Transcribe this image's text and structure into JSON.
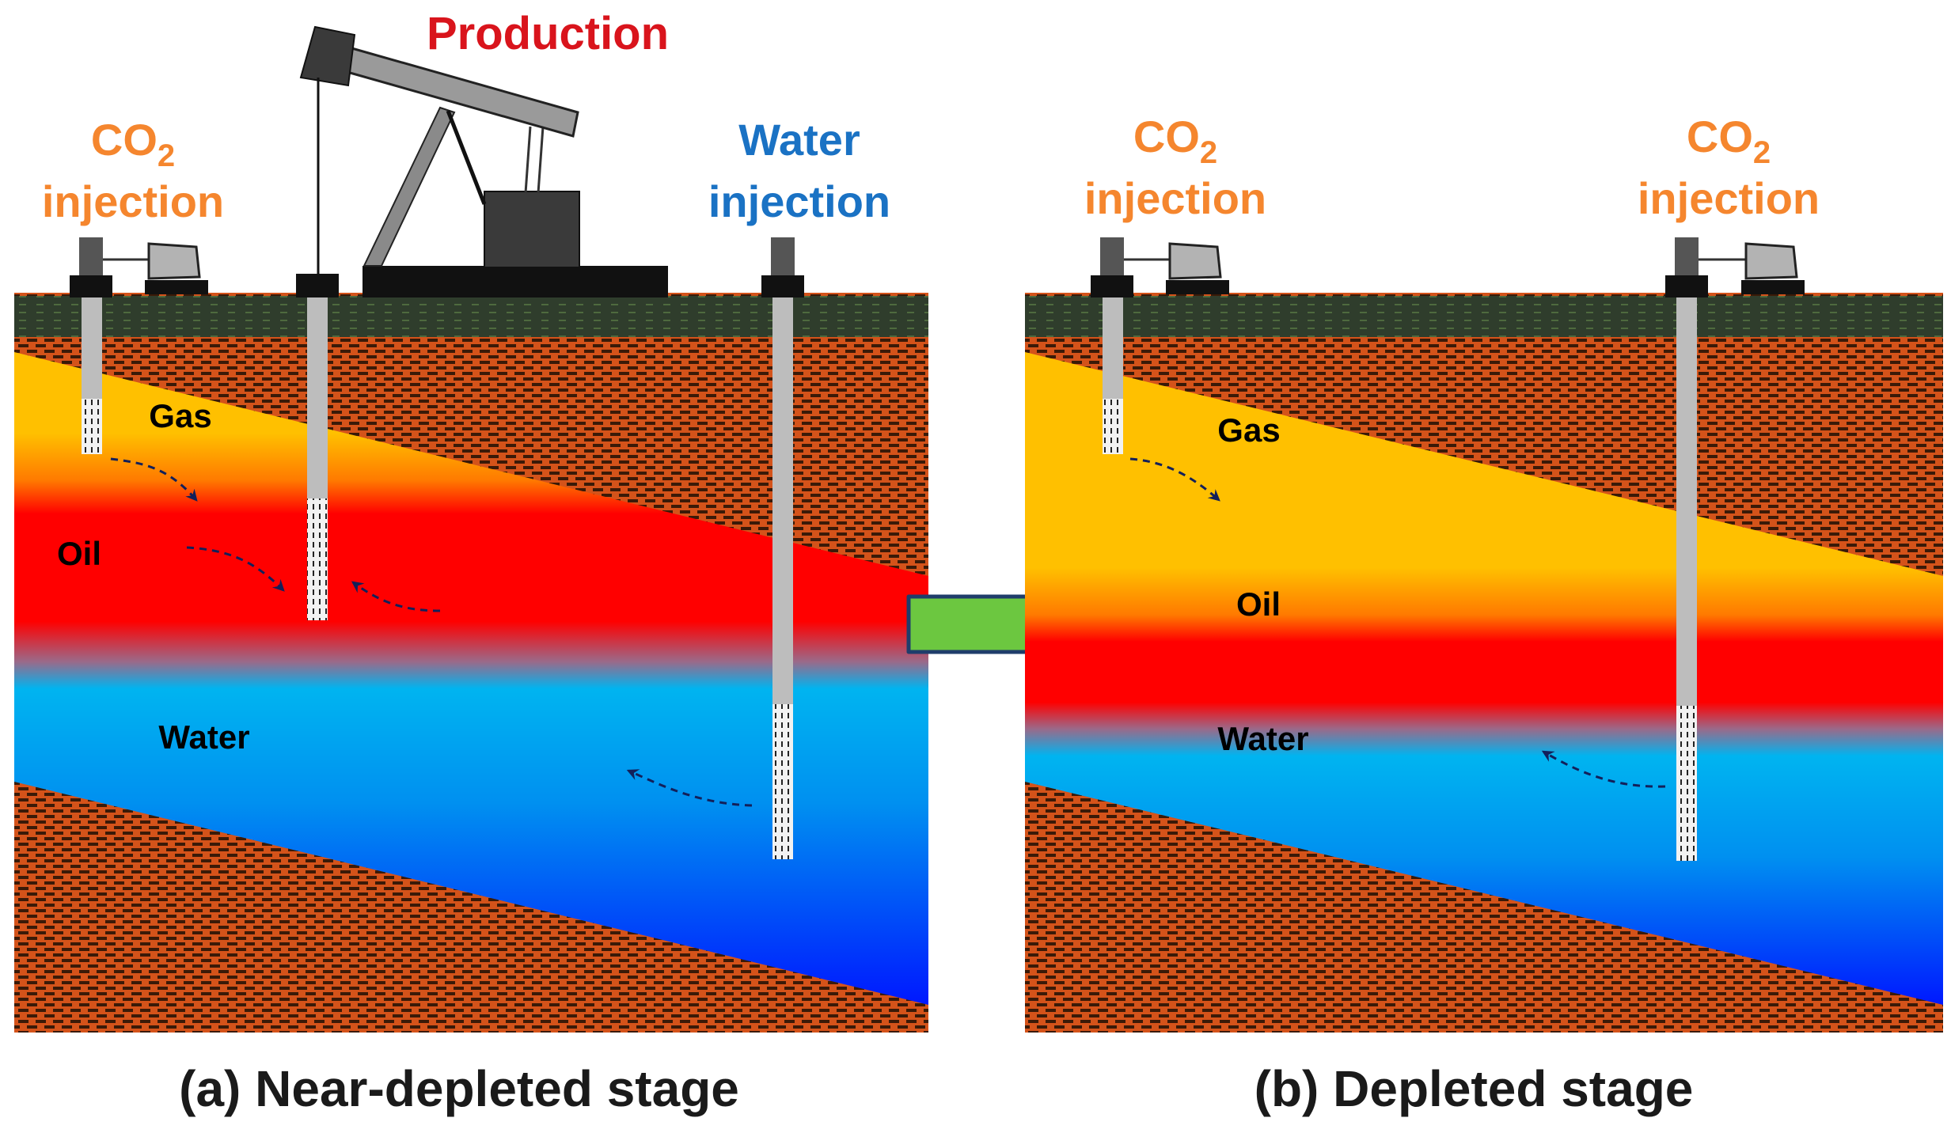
{
  "labels": {
    "production": "Production",
    "co2_main": "CO",
    "co2_sub": "2",
    "injection": "injection",
    "water_injection_line1": "Water",
    "water_injection_line2": "injection"
  },
  "zones": {
    "gas": "Gas",
    "oil": "Oil",
    "water": "Water"
  },
  "captions": {
    "a": "(a) Near-depleted stage",
    "b": "(b) Depleted stage"
  },
  "colors": {
    "co2_label": "#f5862e",
    "production_label": "#d9141c",
    "water_label": "#1a72c4",
    "rock": "#d4531a",
    "gas": "#ffc000",
    "oil": "#ff0000",
    "water_top": "#00b4f0",
    "water_bottom": "#0018ff",
    "transition_arrow": "#6cc740",
    "flow_arrow": "#13205a"
  }
}
